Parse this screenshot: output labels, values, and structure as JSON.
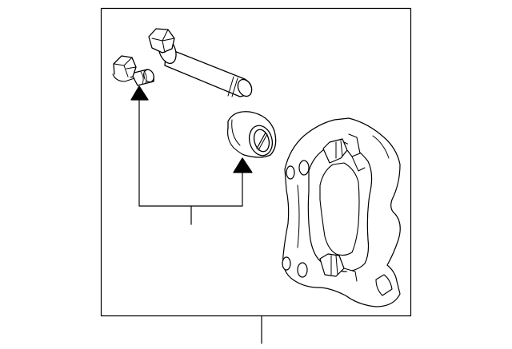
{
  "diagram": {
    "kind": "exploded-parts-illustration",
    "line_color": "#000000",
    "background": "#ffffff",
    "parts": [
      {
        "id": "small-bolt",
        "icon": "hex-bolt-icon"
      },
      {
        "id": "guide-pin-bolt",
        "icon": "guide-pin-icon"
      },
      {
        "id": "bushing",
        "icon": "rubber-bushing-icon"
      },
      {
        "id": "caliper-bracket",
        "icon": "caliper-bracket-icon"
      }
    ]
  }
}
